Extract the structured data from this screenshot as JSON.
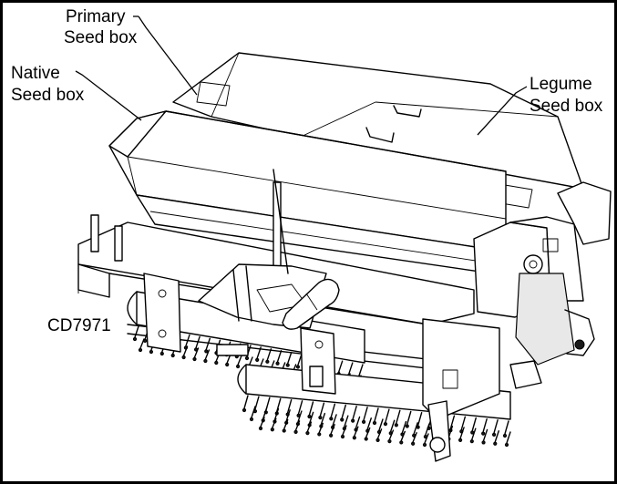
{
  "labels": {
    "primary_line1": "Primary",
    "primary_line2": "Seed box",
    "native_line1": "Native",
    "native_line2": "Seed box",
    "legume_line1": "Legume",
    "legume_line2": "Seed box",
    "figure_code": "CD7971"
  }
}
